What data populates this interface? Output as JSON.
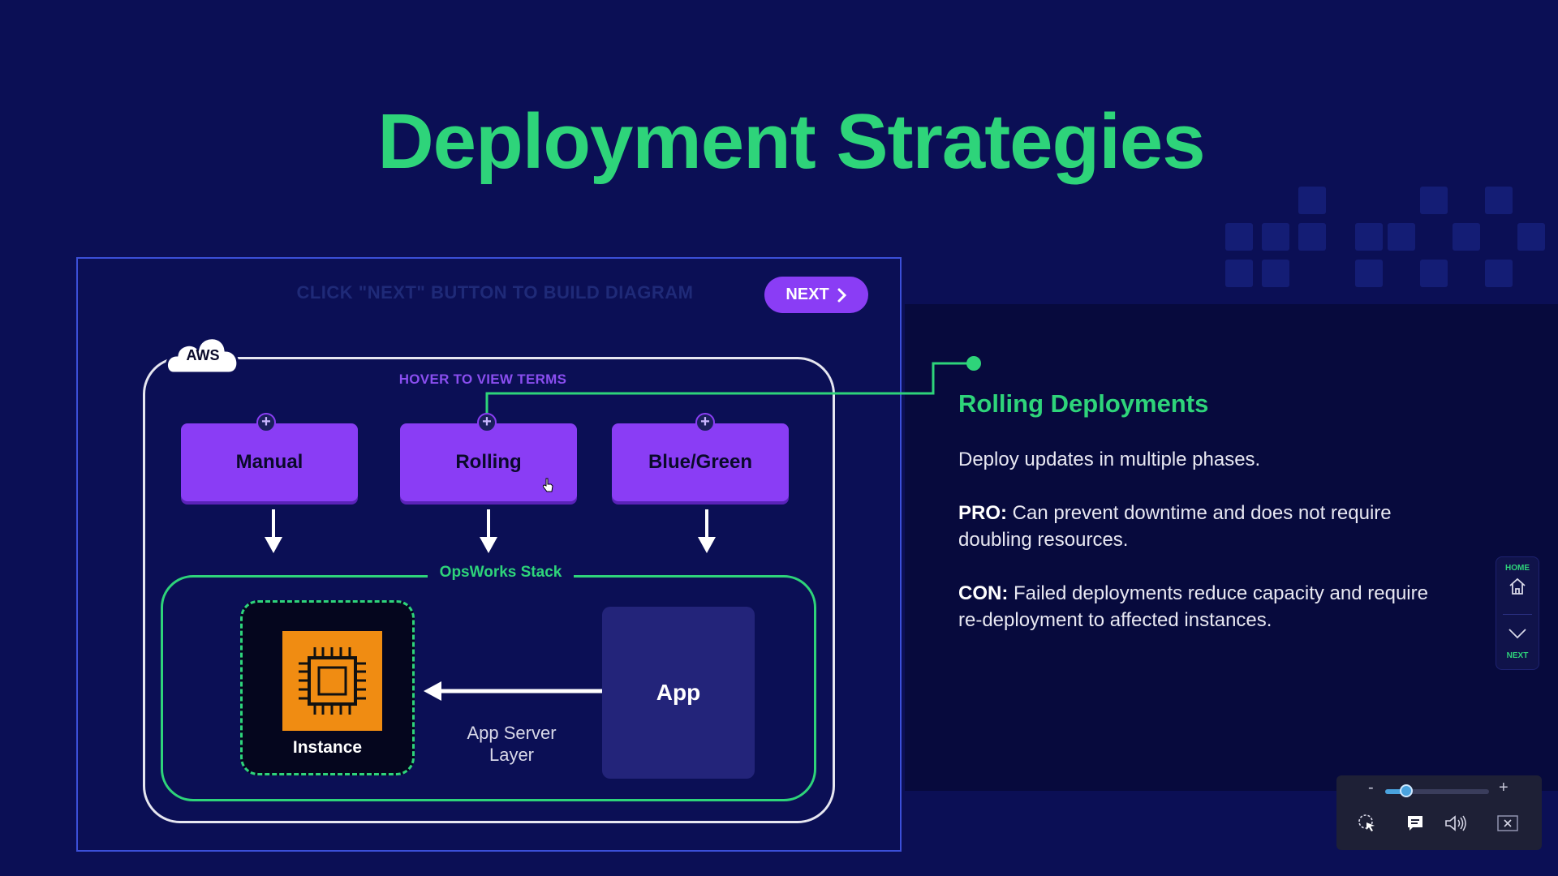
{
  "title": "Deployment Strategies",
  "diagram": {
    "instruction": "CLICK \"NEXT\" BUTTON TO BUILD DIAGRAM",
    "next_button": "NEXT",
    "aws_label": "AWS",
    "hover_hint": "HOVER TO VIEW TERMS",
    "strategies": [
      "Manual",
      "Rolling",
      "Blue/Green"
    ],
    "opsworks_label": "OpsWorks Stack",
    "instance_label": "Instance",
    "app_label": "App",
    "layer_label_line1": "App Server",
    "layer_label_line2": "Layer"
  },
  "info": {
    "heading": "Rolling Deployments",
    "description": "Deploy updates in multiple phases.",
    "pro_label": "PRO:",
    "pro_text": "Can prevent downtime and does not require doubling resources.",
    "con_label": "CON:",
    "con_text": "Failed deployments reduce capacity and require re-deployment to affected instances."
  },
  "side_nav": {
    "home_label": "HOME",
    "next_label": "NEXT"
  },
  "player": {
    "zoom_minus": "-",
    "zoom_plus": "+",
    "zoom_level": 0.2,
    "icons": [
      "cursor-icon",
      "captions-icon",
      "volume-icon",
      "close-icon"
    ]
  },
  "colors": {
    "background": "#0b0f55",
    "accent_green": "#2ed47a",
    "accent_purple": "#8a3df5",
    "chip_orange": "#f08c12"
  }
}
